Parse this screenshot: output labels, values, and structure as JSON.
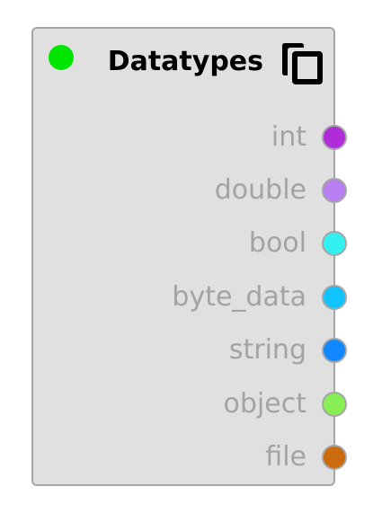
{
  "node": {
    "title": "Datatypes",
    "status_color": "#00e600",
    "icon": "copy-icon",
    "ports": [
      {
        "label": "int",
        "color": "#b02cd9"
      },
      {
        "label": "double",
        "color": "#b77ff0"
      },
      {
        "label": "bool",
        "color": "#33f0f0"
      },
      {
        "label": "byte_data",
        "color": "#11c4ff"
      },
      {
        "label": "string",
        "color": "#1188ff"
      },
      {
        "label": "object",
        "color": "#88ee55"
      },
      {
        "label": "file",
        "color": "#cc6a0e"
      }
    ]
  }
}
